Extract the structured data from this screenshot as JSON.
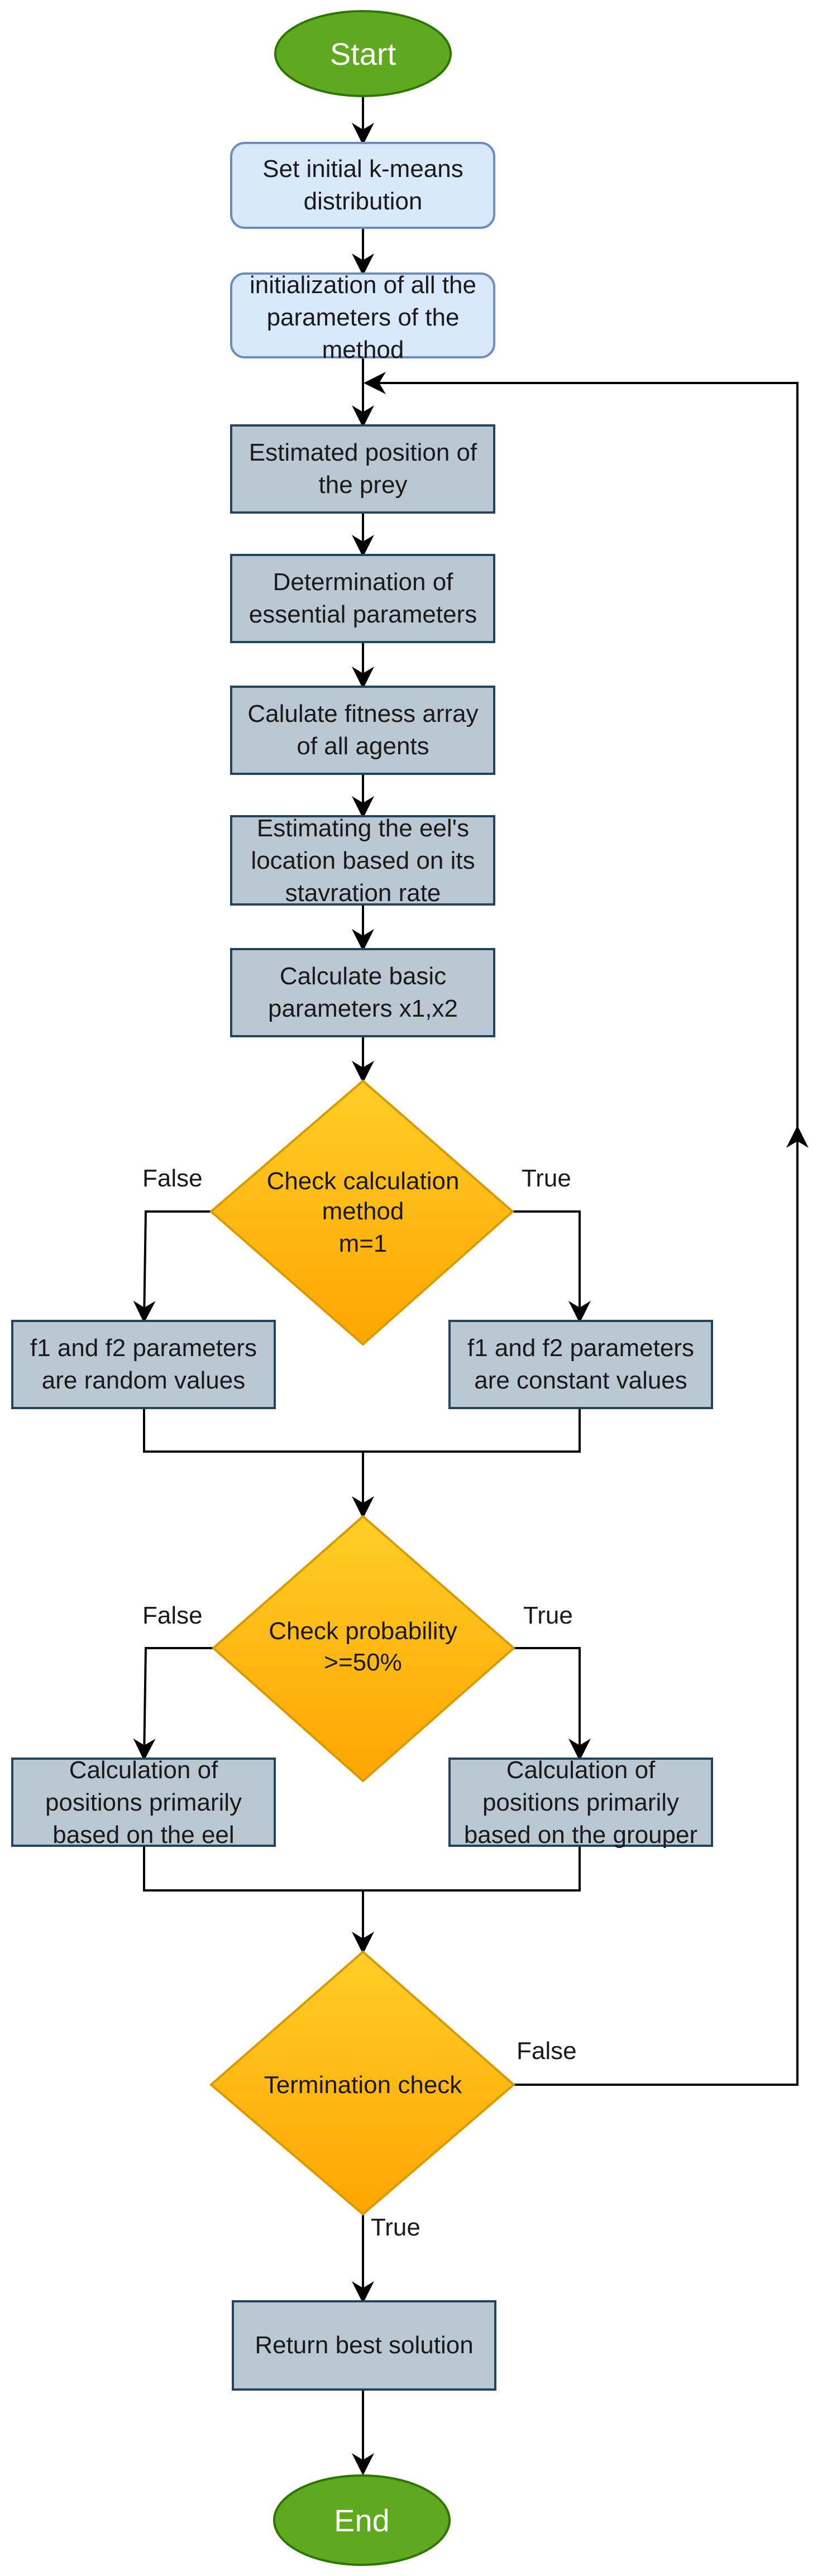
{
  "nodes": {
    "start": "Start",
    "set_kmeans": [
      "Set initial k-means",
      "distribution"
    ],
    "init_params": [
      "initialization of all the",
      "parameters of the",
      "method"
    ],
    "est_position": [
      "Estimated position of",
      "the prey"
    ],
    "determination": [
      "Determination of",
      "essential parameters"
    ],
    "fitness": [
      "Calulate fitness array",
      "of all agents"
    ],
    "eel_location": [
      "Estimating the eel's",
      "location based on its",
      "stavration rate"
    ],
    "basic_params": [
      "Calculate basic",
      "parameters x1,x2"
    ],
    "check_method": [
      "Check calculation",
      "method",
      "m=1"
    ],
    "random_values": [
      "f1 and f2 parameters",
      "are random values"
    ],
    "constant_values": [
      "f1 and f2 parameters",
      "are constant values"
    ],
    "check_prob": [
      "Check probability",
      ">=50%"
    ],
    "pos_eel": [
      "Calculation of",
      "positions primarily",
      "based on the eel"
    ],
    "pos_grouper": [
      "Calculation of",
      "positions primarily",
      "based on the grouper"
    ],
    "termination": "Termination check",
    "return_best": "Return best solution",
    "end": "End"
  },
  "edge_labels": {
    "method_false": "False",
    "method_true": "True",
    "prob_false": "False",
    "prob_true": "True",
    "term_false": "False",
    "term_true": "True"
  },
  "colors": {
    "terminal_fill": "#5fa91e",
    "terminal_stroke": "#2d7600",
    "init_fill": "#dae8fc",
    "init_stroke": "#6c8ebf",
    "process_fill": "#bac8d3",
    "process_stroke": "#23445d",
    "decision_top": "#ffcd28",
    "decision_bottom": "#ffa500",
    "decision_stroke": "#d79b00",
    "line": "#000000"
  }
}
